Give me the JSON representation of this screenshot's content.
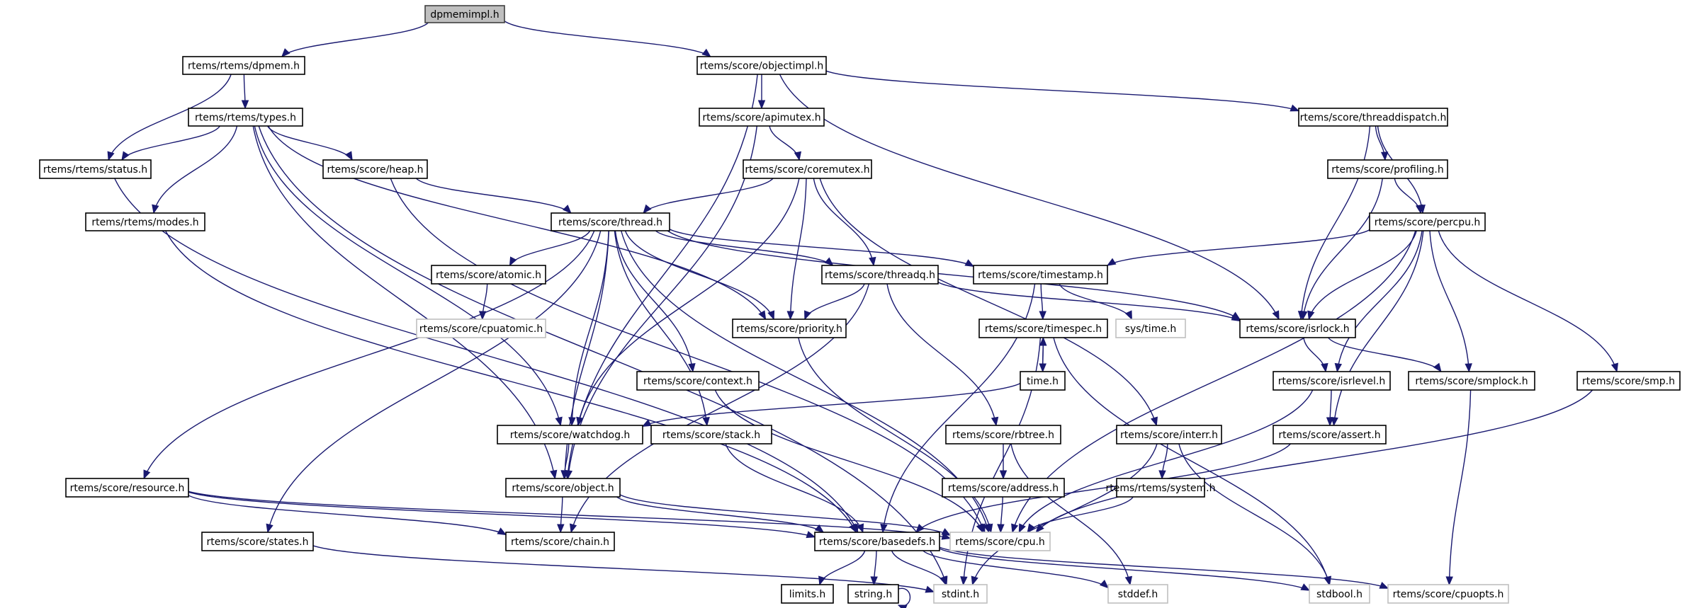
{
  "diagram": {
    "title": "dpmemimpl.h include dependency graph",
    "colors": {
      "edge": "#191970",
      "root_fill": "#bfbfbf",
      "node_border": "#000000",
      "external_border": "#bfbfbf"
    },
    "nodes": [
      {
        "id": "dpmemimpl",
        "label": "dpmemimpl.h",
        "kind": "root"
      },
      {
        "id": "dpmem",
        "label": "rtems/rtems/dpmem.h",
        "kind": "normal"
      },
      {
        "id": "objectimpl",
        "label": "rtems/score/objectimpl.h",
        "kind": "normal"
      },
      {
        "id": "types",
        "label": "rtems/rtems/types.h",
        "kind": "normal"
      },
      {
        "id": "apimutex",
        "label": "rtems/score/apimutex.h",
        "kind": "normal"
      },
      {
        "id": "threaddispatch",
        "label": "rtems/score/threaddispatch.h",
        "kind": "normal"
      },
      {
        "id": "status",
        "label": "rtems/rtems/status.h",
        "kind": "normal"
      },
      {
        "id": "heap",
        "label": "rtems/score/heap.h",
        "kind": "normal"
      },
      {
        "id": "coremutex",
        "label": "rtems/score/coremutex.h",
        "kind": "normal"
      },
      {
        "id": "profiling",
        "label": "rtems/score/profiling.h",
        "kind": "normal"
      },
      {
        "id": "modes",
        "label": "rtems/rtems/modes.h",
        "kind": "normal"
      },
      {
        "id": "thread",
        "label": "rtems/score/thread.h",
        "kind": "normal"
      },
      {
        "id": "percpu",
        "label": "rtems/score/percpu.h",
        "kind": "normal"
      },
      {
        "id": "atomic",
        "label": "rtems/score/atomic.h",
        "kind": "normal"
      },
      {
        "id": "threadq",
        "label": "rtems/score/threadq.h",
        "kind": "normal"
      },
      {
        "id": "timestamp",
        "label": "rtems/score/timestamp.h",
        "kind": "normal"
      },
      {
        "id": "cpuatomic",
        "label": "rtems/score/cpuatomic.h",
        "kind": "external"
      },
      {
        "id": "priority",
        "label": "rtems/score/priority.h",
        "kind": "normal"
      },
      {
        "id": "timespec",
        "label": "rtems/score/timespec.h",
        "kind": "normal"
      },
      {
        "id": "systime",
        "label": "sys/time.h",
        "kind": "external"
      },
      {
        "id": "isrlock",
        "label": "rtems/score/isrlock.h",
        "kind": "normal"
      },
      {
        "id": "context",
        "label": "rtems/score/context.h",
        "kind": "normal"
      },
      {
        "id": "time",
        "label": "time.h",
        "kind": "normal"
      },
      {
        "id": "isrlevel",
        "label": "rtems/score/isrlevel.h",
        "kind": "normal"
      },
      {
        "id": "smplock",
        "label": "rtems/score/smplock.h",
        "kind": "normal"
      },
      {
        "id": "smp",
        "label": "rtems/score/smp.h",
        "kind": "normal"
      },
      {
        "id": "watchdog",
        "label": "rtems/score/watchdog.h",
        "kind": "normal"
      },
      {
        "id": "stack",
        "label": "rtems/score/stack.h",
        "kind": "normal"
      },
      {
        "id": "rbtree",
        "label": "rtems/score/rbtree.h",
        "kind": "normal"
      },
      {
        "id": "interr",
        "label": "rtems/score/interr.h",
        "kind": "normal"
      },
      {
        "id": "assert",
        "label": "rtems/score/assert.h",
        "kind": "normal"
      },
      {
        "id": "resource",
        "label": "rtems/score/resource.h",
        "kind": "normal"
      },
      {
        "id": "object",
        "label": "rtems/score/object.h",
        "kind": "normal"
      },
      {
        "id": "address",
        "label": "rtems/score/address.h",
        "kind": "normal"
      },
      {
        "id": "system",
        "label": "rtems/rtems/system.h",
        "kind": "normal"
      },
      {
        "id": "states",
        "label": "rtems/score/states.h",
        "kind": "normal"
      },
      {
        "id": "chain",
        "label": "rtems/score/chain.h",
        "kind": "normal"
      },
      {
        "id": "basedefs",
        "label": "rtems/score/basedefs.h",
        "kind": "normal"
      },
      {
        "id": "cpu",
        "label": "rtems/score/cpu.h",
        "kind": "external"
      },
      {
        "id": "limits",
        "label": "limits.h",
        "kind": "normal"
      },
      {
        "id": "string",
        "label": "string.h",
        "kind": "normal"
      },
      {
        "id": "stdint",
        "label": "stdint.h",
        "kind": "external"
      },
      {
        "id": "stddef",
        "label": "stddef.h",
        "kind": "external"
      },
      {
        "id": "stdbool",
        "label": "stdbool.h",
        "kind": "external"
      },
      {
        "id": "cpuopts",
        "label": "rtems/score/cpuopts.h",
        "kind": "external"
      }
    ],
    "edges": [
      [
        "dpmemimpl",
        "dpmem"
      ],
      [
        "dpmemimpl",
        "objectimpl"
      ],
      [
        "dpmem",
        "types"
      ],
      [
        "dpmem",
        "status"
      ],
      [
        "types",
        "status"
      ],
      [
        "types",
        "heap"
      ],
      [
        "types",
        "modes"
      ],
      [
        "types",
        "object"
      ],
      [
        "types",
        "priority"
      ],
      [
        "types",
        "watchdog"
      ],
      [
        "types",
        "stdint"
      ],
      [
        "status",
        "basedefs"
      ],
      [
        "modes",
        "basedefs"
      ],
      [
        "heap",
        "thread"
      ],
      [
        "heap",
        "cpu"
      ],
      [
        "objectimpl",
        "apimutex"
      ],
      [
        "objectimpl",
        "threaddispatch"
      ],
      [
        "objectimpl",
        "object"
      ],
      [
        "objectimpl",
        "isrlock"
      ],
      [
        "apimutex",
        "coremutex"
      ],
      [
        "apimutex",
        "object"
      ],
      [
        "coremutex",
        "thread"
      ],
      [
        "coremutex",
        "threadq"
      ],
      [
        "coremutex",
        "priority"
      ],
      [
        "coremutex",
        "watchdog"
      ],
      [
        "coremutex",
        "interr"
      ],
      [
        "threaddispatch",
        "profiling"
      ],
      [
        "threaddispatch",
        "percpu"
      ],
      [
        "threaddispatch",
        "isrlock"
      ],
      [
        "profiling",
        "percpu"
      ],
      [
        "profiling",
        "isrlock"
      ],
      [
        "thread",
        "atomic"
      ],
      [
        "thread",
        "threadq"
      ],
      [
        "thread",
        "timestamp"
      ],
      [
        "thread",
        "priority"
      ],
      [
        "thread",
        "context"
      ],
      [
        "thread",
        "watchdog"
      ],
      [
        "thread",
        "stack"
      ],
      [
        "thread",
        "object"
      ],
      [
        "thread",
        "resource"
      ],
      [
        "thread",
        "states"
      ],
      [
        "thread",
        "isrlock"
      ],
      [
        "thread",
        "cpu"
      ],
      [
        "atomic",
        "cpuatomic"
      ],
      [
        "threadq",
        "priority"
      ],
      [
        "threadq",
        "rbtree"
      ],
      [
        "threadq",
        "chain"
      ],
      [
        "threadq",
        "isrlock"
      ],
      [
        "timestamp",
        "timespec"
      ],
      [
        "timestamp",
        "systime"
      ],
      [
        "timestamp",
        "basedefs"
      ],
      [
        "percpu",
        "timestamp"
      ],
      [
        "percpu",
        "isrlock"
      ],
      [
        "percpu",
        "isrlevel"
      ],
      [
        "percpu",
        "smplock"
      ],
      [
        "percpu",
        "smp"
      ],
      [
        "percpu",
        "assert"
      ],
      [
        "percpu",
        "cpu"
      ],
      [
        "isrlock",
        "isrlevel"
      ],
      [
        "isrlock",
        "smplock"
      ],
      [
        "timespec",
        "time"
      ],
      [
        "time",
        "timespec"
      ],
      [
        "timespec",
        "stdbool"
      ],
      [
        "timespec",
        "stdint"
      ],
      [
        "time",
        "watchdog"
      ],
      [
        "priority",
        "cpu"
      ],
      [
        "context",
        "cpu"
      ],
      [
        "isrlevel",
        "assert"
      ],
      [
        "isrlevel",
        "cpu"
      ],
      [
        "smplock",
        "cpuopts"
      ],
      [
        "smp",
        "cpu"
      ],
      [
        "watchdog",
        "object"
      ],
      [
        "stack",
        "basedefs"
      ],
      [
        "rbtree",
        "address"
      ],
      [
        "rbtree",
        "stddef"
      ],
      [
        "interr",
        "system"
      ],
      [
        "interr",
        "stdbool"
      ],
      [
        "interr",
        "stdint"
      ],
      [
        "assert",
        "basedefs"
      ],
      [
        "resource",
        "chain"
      ],
      [
        "resource",
        "basedefs"
      ],
      [
        "resource",
        "cpu"
      ],
      [
        "object",
        "chain"
      ],
      [
        "object",
        "basedefs"
      ],
      [
        "object",
        "cpu"
      ],
      [
        "address",
        "cpu"
      ],
      [
        "system",
        "cpu"
      ],
      [
        "states",
        "stdint"
      ],
      [
        "basedefs",
        "limits"
      ],
      [
        "basedefs",
        "string"
      ],
      [
        "basedefs",
        "stdint"
      ],
      [
        "basedefs",
        "stddef"
      ],
      [
        "basedefs",
        "stdbool"
      ],
      [
        "basedefs",
        "cpuopts"
      ],
      [
        "string",
        "string"
      ]
    ]
  }
}
